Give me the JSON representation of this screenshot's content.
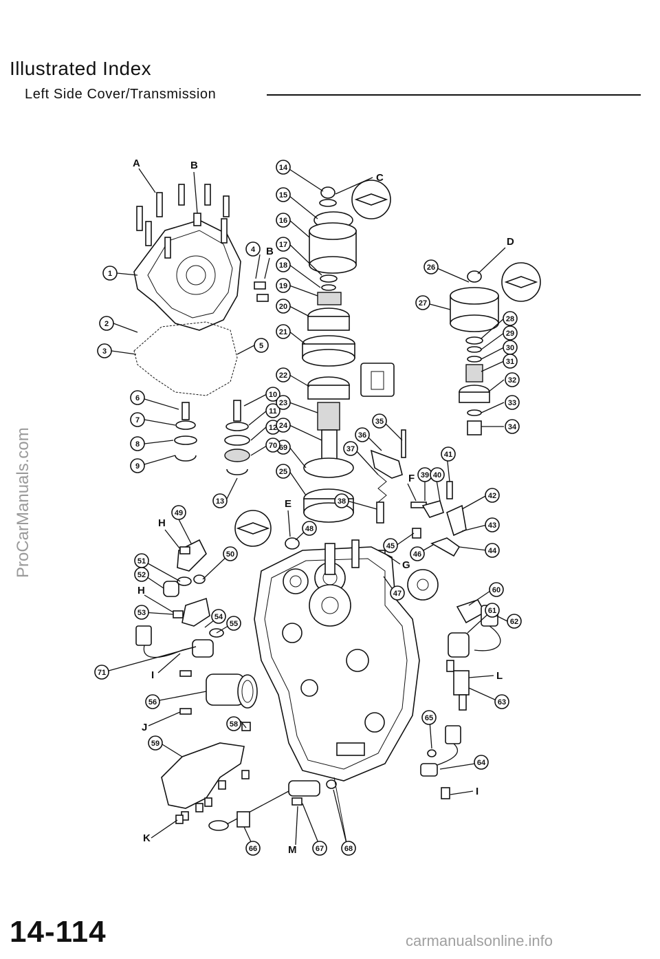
{
  "header": {
    "title": "Illustrated Index",
    "subtitle": "Left Side Cover/Transmission"
  },
  "footer": {
    "page_number": "14-114",
    "watermark_side": "ProCarManuals.com",
    "watermark_bottom": "carmanualsonline.info"
  },
  "diagram": {
    "callouts": [
      {
        "label": "1"
      },
      {
        "label": "2"
      },
      {
        "label": "3"
      },
      {
        "label": "4"
      },
      {
        "label": "5"
      },
      {
        "label": "6"
      },
      {
        "label": "7"
      },
      {
        "label": "8"
      },
      {
        "label": "9"
      },
      {
        "label": "10"
      },
      {
        "label": "11"
      },
      {
        "label": "12"
      },
      {
        "label": "13"
      },
      {
        "label": "14"
      },
      {
        "label": "15"
      },
      {
        "label": "16"
      },
      {
        "label": "17"
      },
      {
        "label": "18"
      },
      {
        "label": "19"
      },
      {
        "label": "20"
      },
      {
        "label": "21"
      },
      {
        "label": "22"
      },
      {
        "label": "23"
      },
      {
        "label": "24"
      },
      {
        "label": "25"
      },
      {
        "label": "26"
      },
      {
        "label": "27"
      },
      {
        "label": "28"
      },
      {
        "label": "29"
      },
      {
        "label": "30"
      },
      {
        "label": "31"
      },
      {
        "label": "32"
      },
      {
        "label": "33"
      },
      {
        "label": "34"
      },
      {
        "label": "35"
      },
      {
        "label": "36"
      },
      {
        "label": "37"
      },
      {
        "label": "38"
      },
      {
        "label": "39"
      },
      {
        "label": "40"
      },
      {
        "label": "41"
      },
      {
        "label": "42"
      },
      {
        "label": "43"
      },
      {
        "label": "44"
      },
      {
        "label": "45"
      },
      {
        "label": "46"
      },
      {
        "label": "47"
      },
      {
        "label": "48"
      },
      {
        "label": "49"
      },
      {
        "label": "50"
      },
      {
        "label": "51"
      },
      {
        "label": "52"
      },
      {
        "label": "53"
      },
      {
        "label": "54"
      },
      {
        "label": "55"
      },
      {
        "label": "56"
      },
      {
        "label": "58"
      },
      {
        "label": "59"
      },
      {
        "label": "60"
      },
      {
        "label": "61"
      },
      {
        "label": "62"
      },
      {
        "label": "63"
      },
      {
        "label": "64"
      },
      {
        "label": "65"
      },
      {
        "label": "66"
      },
      {
        "label": "67"
      },
      {
        "label": "68"
      },
      {
        "label": "69"
      },
      {
        "label": "70"
      },
      {
        "label": "71"
      }
    ],
    "letters": [
      {
        "label": "A"
      },
      {
        "label": "B"
      },
      {
        "label": "B"
      },
      {
        "label": "C"
      },
      {
        "label": "D"
      },
      {
        "label": "E"
      },
      {
        "label": "F"
      },
      {
        "label": "G"
      },
      {
        "label": "H"
      },
      {
        "label": "H"
      },
      {
        "label": "I"
      },
      {
        "label": "I"
      },
      {
        "label": "J"
      },
      {
        "label": "K"
      },
      {
        "label": "L"
      },
      {
        "label": "M"
      }
    ]
  }
}
